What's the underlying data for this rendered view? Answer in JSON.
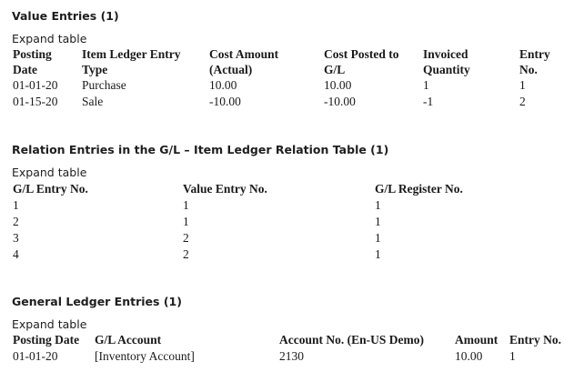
{
  "value_entries": {
    "heading": "Value Entries (1)",
    "expand_label": "Expand table",
    "columns": [
      [
        "Posting",
        "Date"
      ],
      [
        "Item Ledger Entry",
        "Type"
      ],
      [
        "Cost Amount",
        "(Actual)"
      ],
      [
        "Cost Posted to",
        "G/L"
      ],
      [
        "Invoiced",
        "Quantity"
      ],
      [
        "Entry",
        "No."
      ]
    ],
    "rows": [
      [
        "01-01-20",
        "Purchase",
        "10.00",
        "10.00",
        "1",
        "1"
      ],
      [
        "01-15-20",
        "Sale",
        "-10.00",
        "-10.00",
        "-1",
        "2"
      ]
    ]
  },
  "relation_entries": {
    "heading": "Relation Entries in the G/L – Item Ledger Relation Table (1)",
    "expand_label": "Expand table",
    "columns": [
      "G/L Entry No.",
      "Value Entry No.",
      "G/L Register No."
    ],
    "rows": [
      [
        "1",
        "1",
        "1"
      ],
      [
        "2",
        "1",
        "1"
      ],
      [
        "3",
        "2",
        "1"
      ],
      [
        "4",
        "2",
        "1"
      ]
    ]
  },
  "gl_entries": {
    "heading": "General Ledger Entries (1)",
    "expand_label": "Expand table",
    "columns": [
      "Posting Date",
      "G/L Account",
      "Account No. (En-US Demo)",
      "Amount",
      "Entry No."
    ],
    "rows": [
      [
        "01-01-20",
        "[Inventory Account]",
        "2130",
        "10.00",
        "1"
      ]
    ]
  }
}
